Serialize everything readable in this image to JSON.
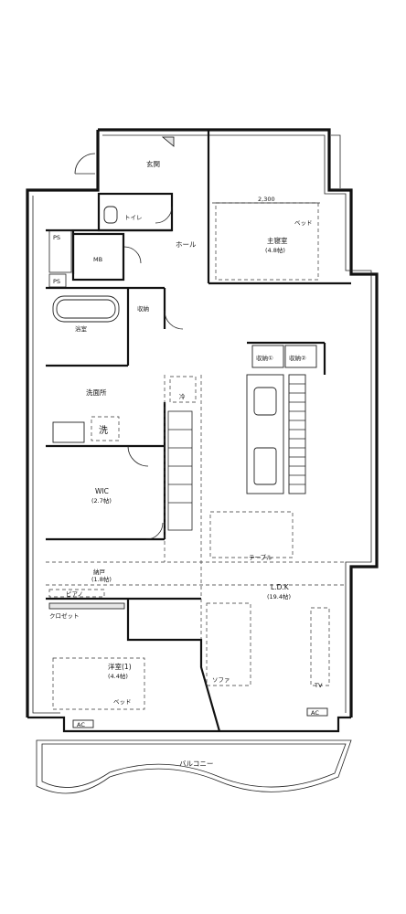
{
  "rooms": {
    "genkan": "玄関",
    "toilet": "トイレ",
    "hall": "ホール",
    "master_bedroom": "主寝室",
    "master_bedroom_size": "(4.8帖)",
    "ps_upper": "PS",
    "ps_lower": "PS",
    "mb": "MB",
    "storage": "収納",
    "bathroom": "浴室",
    "washroom": "洗面所",
    "storage_1": "収納①",
    "storage_2": "収納②",
    "sink_mark": "冷",
    "washer_mark": "洗",
    "wic": "WIC",
    "wic_size": "(2.7帖)",
    "nando": "納戸",
    "nando_size": "(1.8帖)",
    "piano": "ピアノ",
    "table": "テーブル",
    "ldk": "L.D.K",
    "ldk_size": "(19.4帖)",
    "closet": "クロゼット",
    "western_room": "洋室(1)",
    "western_room_size": "(4.4帖)",
    "sofa": "ソファ",
    "tv": "TV",
    "bed_upper": "ベッド",
    "bed_lower": "ベッド",
    "balcony": "バルコニー",
    "dimension": "2,300",
    "ac_1": "AC",
    "ac_2": "AC"
  }
}
